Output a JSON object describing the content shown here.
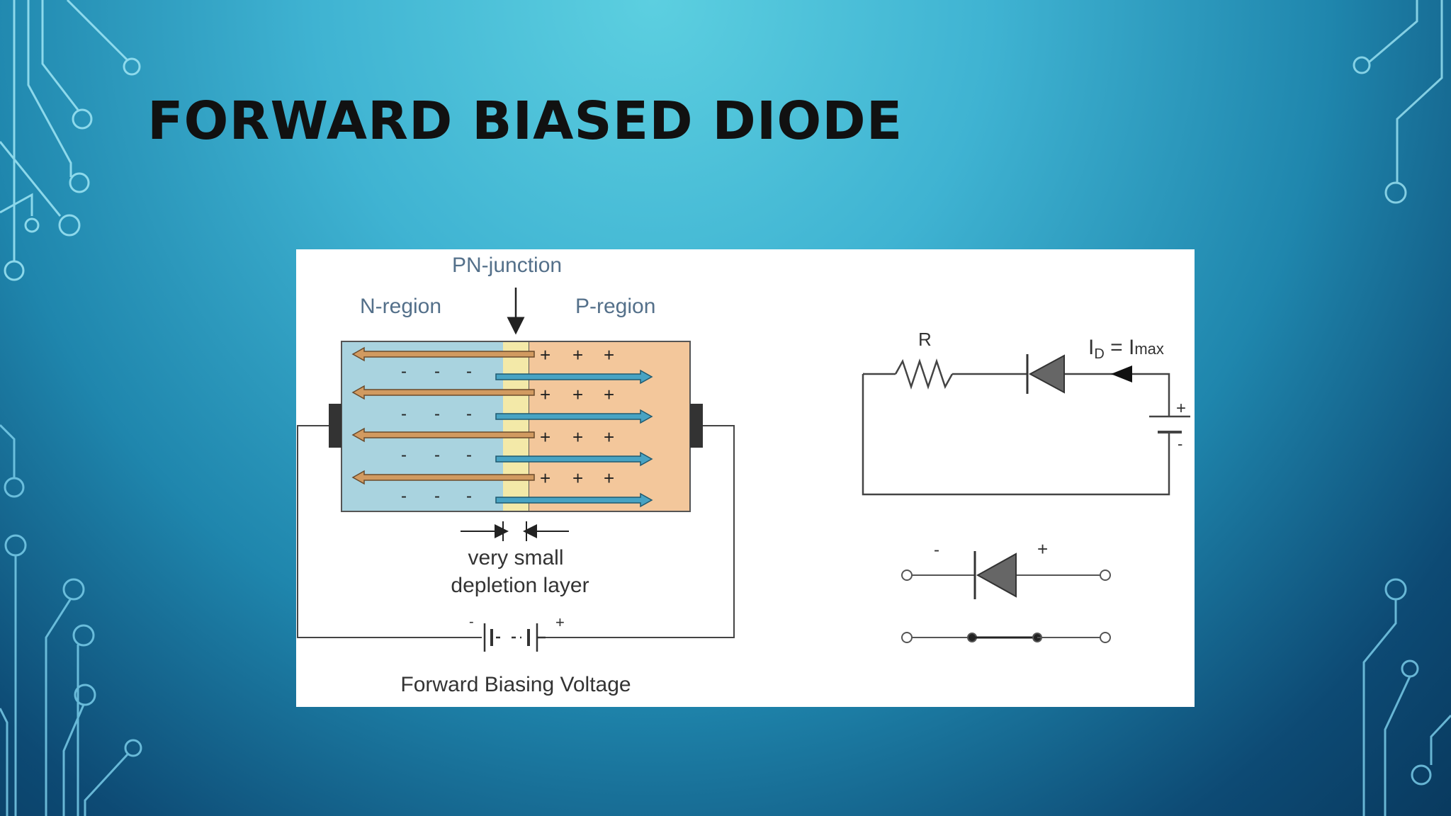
{
  "slide": {
    "title": "FORWARD BIASED DIODE"
  },
  "diagram": {
    "pn_junction_label": "PN-junction",
    "n_region_label": "N-region",
    "p_region_label": "P-region",
    "depletion_line1": "very small",
    "depletion_line2": "depletion layer",
    "voltage_label": "Forward Biasing Voltage",
    "battery_minus": "-",
    "battery_plus": "+",
    "resistor_label": "R",
    "current_label_main": "I",
    "current_label_sub": "D",
    "current_label_rest": " = I",
    "current_label_max": "max",
    "source_plus": "+",
    "source_minus": "-",
    "symbol_minus": "-",
    "symbol_plus": "+",
    "minus_sign": "-",
    "plus_sign": "+"
  },
  "colors": {
    "n_region": "#a9d3df",
    "p_region": "#f3c79b",
    "junction": "#f3e9a8",
    "arrow_brown": "#d19a60",
    "arrow_blue": "#48a3c3"
  }
}
